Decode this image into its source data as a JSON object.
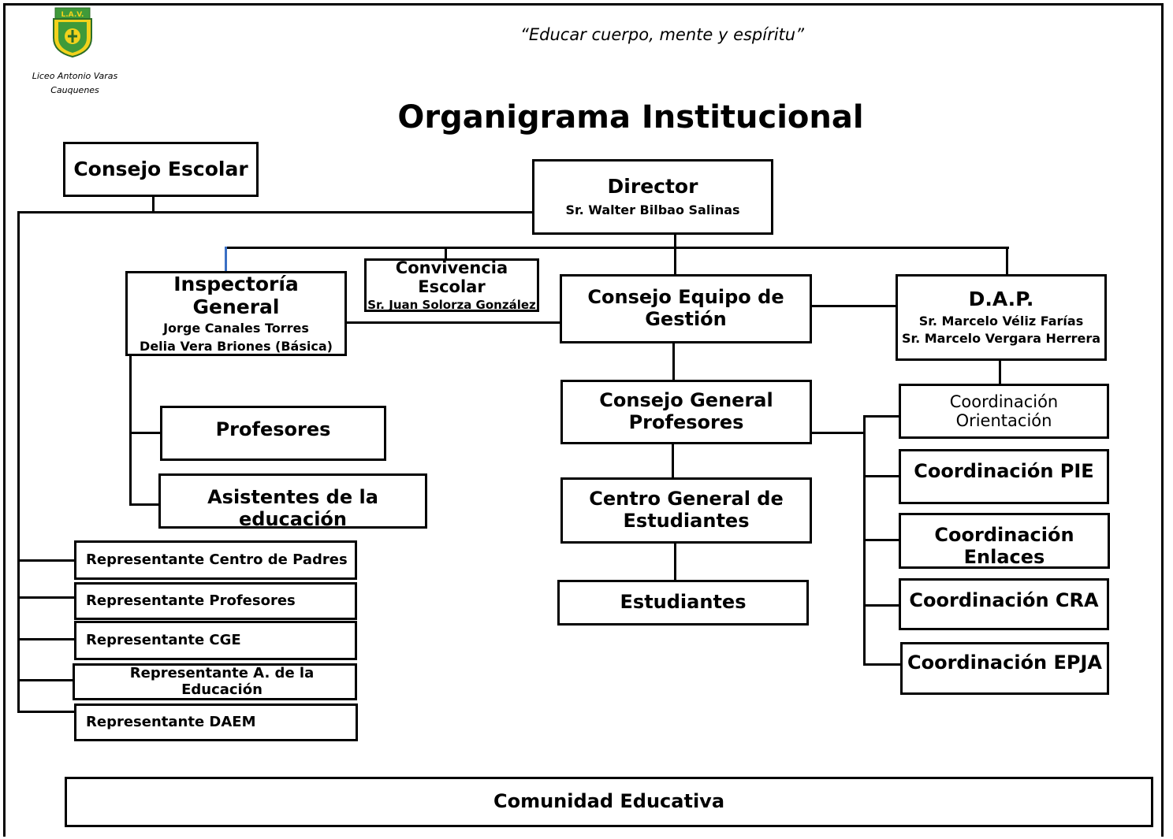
{
  "header": {
    "school_name_line1": "Liceo Antonio Varas",
    "school_name_line2": "Cauquenes",
    "logo_text": "L.A.V.",
    "motto": "“Educar cuerpo, mente y espíritu”",
    "title": "Organigrama Institucional"
  },
  "nodes": {
    "consejo_escolar": "Consejo Escolar",
    "director": {
      "title": "Director",
      "name": "Sr. Walter Bilbao Salinas"
    },
    "inspectoria": {
      "title": "Inspectoría General",
      "name1": "Jorge Canales Torres",
      "name2": "Delia Vera Briones (Básica)"
    },
    "convivencia": {
      "title": "Convivencia Escolar",
      "name": "Sr. Juan Solorza González"
    },
    "consejo_equipo": {
      "line1": "Consejo Equipo de",
      "line2": "Gestión"
    },
    "dap": {
      "title": "D.A.P.",
      "name1": "Sr. Marcelo Véliz Farías",
      "name2": "Sr. Marcelo Vergara Herrera"
    },
    "profesores": "Profesores",
    "asistentes": "Asistentes de la educación",
    "consejo_general": {
      "line1": "Consejo General",
      "line2": "Profesores"
    },
    "centro_general": {
      "line1": "Centro General de",
      "line2": "Estudiantes"
    },
    "estudiantes": "Estudiantes",
    "coord_orientacion": {
      "line1": "Coordinación",
      "line2": "Orientación"
    },
    "coord_pie": "Coordinación PIE",
    "coord_enlaces": "Coordinación Enlaces",
    "coord_cra": "Coordinación CRA",
    "coord_epja": "Coordinación EPJA",
    "representantes": [
      "Representante Centro de Padres",
      "Representante Profesores",
      "Representante CGE",
      "Representante A. de la Educación",
      "Representante DAEM"
    ],
    "comunidad": "Comunidad Educativa"
  },
  "colors": {
    "line": "#000000",
    "accent_line": "#3a6fc4",
    "logo_green": "#3f9a3a",
    "logo_yellow": "#f2d21c"
  }
}
